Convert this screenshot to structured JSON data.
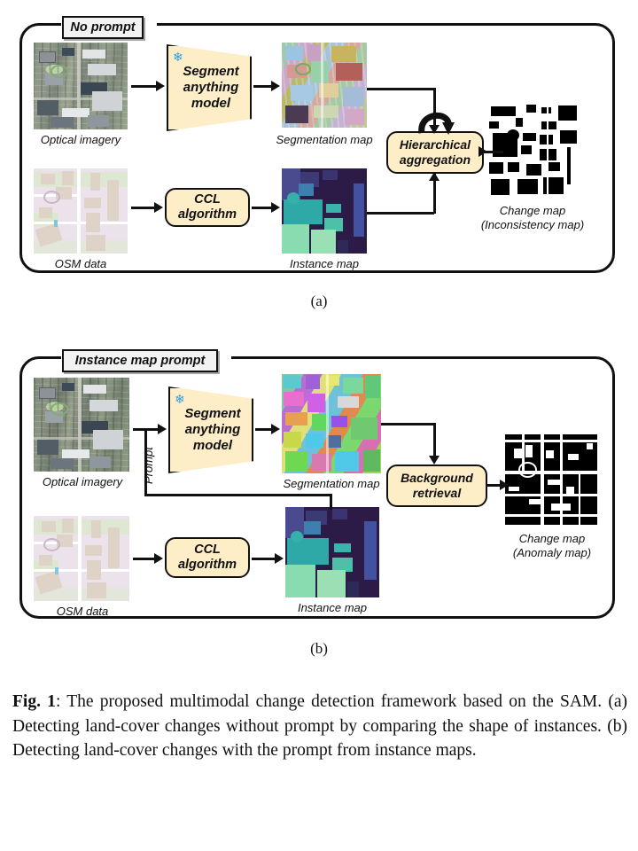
{
  "figure": {
    "caption_label": "Fig. 1",
    "caption_sep": ":",
    "caption_text": "The proposed multimodal change detection framework based on the SAM. (a) Detecting land-cover changes without prompt by comparing the shape of instances. (b) Detecting land-cover changes with the prompt from instance maps."
  },
  "panel_a": {
    "tag": "No prompt",
    "sublabel": "(a)",
    "optical_caption": "Optical imagery",
    "osm_caption": "OSM data",
    "segmentation_caption": "Segmentation map",
    "instance_caption": "Instance map",
    "sam_line1": "Segment",
    "sam_line2": "anything",
    "sam_line3": "model",
    "sam_icon": "snowflake-icon",
    "ccl_line1": "CCL",
    "ccl_line2": "algorithm",
    "agg_line1": "Hierarchical",
    "agg_line2": "aggregation",
    "change_caption_line1": "Change map",
    "change_caption_line2": "(Inconsistency map)"
  },
  "panel_b": {
    "tag": "Instance map prompt",
    "sublabel": "(b)",
    "optical_caption": "Optical imagery",
    "osm_caption": "OSM data",
    "segmentation_caption": "Segmentation map",
    "instance_caption": "Instance map",
    "prompt_label": "Prompt",
    "sam_line1": "Segment",
    "sam_line2": "anything",
    "sam_line3": "model",
    "sam_icon": "snowflake-icon",
    "ccl_line1": "CCL",
    "ccl_line2": "algorithm",
    "bg_line1": "Background",
    "bg_line2": "retrieval",
    "change_caption_line1": "Change map",
    "change_caption_line2": "(Anomaly map)"
  },
  "colors": {
    "box_fill": "#fdeec8",
    "box_stroke": "#111111",
    "tag_fill": "#f2f2f2",
    "snowflake": "#2a9fe0",
    "osm_background": "#ece2ec",
    "instance_background": "#2b1b46",
    "instance_accent": "#3bbcb0"
  }
}
